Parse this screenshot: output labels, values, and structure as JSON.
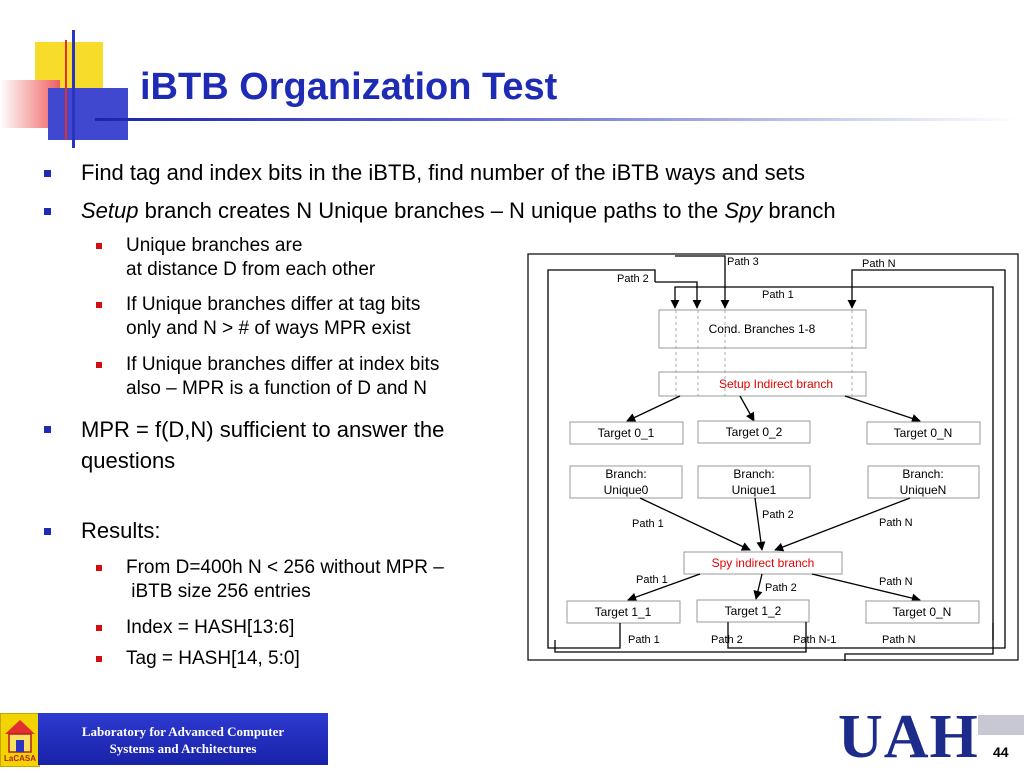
{
  "title": "iBTB Organization Test",
  "bullets": [
    {
      "text": "Find tag and index bits in the iBTB, find number of the iBTB ways and sets"
    },
    {
      "em1": "Setup",
      "mid": " branch creates N Unique branches – N unique paths to the ",
      "em2": "Spy",
      "end": " branch"
    }
  ],
  "sub1": [
    {
      "line1": "Unique branches are",
      "line2": "at distance D from each other"
    },
    {
      "line1": "If Unique branches differ at tag bits",
      "line2": "only and N > # of ways MPR exist"
    },
    {
      "line1": "If Unique branches differ at index bits",
      "line2": "also – MPR is a function of D and N"
    }
  ],
  "mpr": {
    "line1": "MPR = f(D,N) sufficient to answer the",
    "line2": "questions"
  },
  "results": {
    "label": "Results:",
    "items": [
      {
        "line1": "From D=400h N < 256 without MPR –",
        "line2": " iBTB size 256 entries"
      },
      {
        "line1": "Index = HASH[13:6]"
      },
      {
        "line1": "Tag = HASH[14, 5:0]"
      }
    ]
  },
  "diagram": {
    "top_labels": {
      "path3": "Path 3",
      "pathN": "Path N",
      "path2": "Path 2",
      "path1": "Path 1"
    },
    "cond": "Cond. Branches 1-8",
    "setup": "Setup Indirect branch",
    "targets0": [
      "Target 0_1",
      "Target 0_2",
      "Target 0_N"
    ],
    "branches": [
      {
        "l1": "Branch:",
        "l2": "Unique0"
      },
      {
        "l1": "Branch:",
        "l2": "Unique1"
      },
      {
        "l1": "Branch:",
        "l2": "UniqueN"
      }
    ],
    "mid_labels": {
      "path2": "Path 2",
      "path1": "Path 1",
      "pathN": "Path N"
    },
    "spy": "Spy indirect branch",
    "lower_labels": {
      "path1": "Path 1",
      "path2": "Path 2",
      "pathN": "Path N"
    },
    "targets1": [
      "Target 1_1",
      "Target 1_2",
      "Target 0_N"
    ],
    "bottom_labels": [
      "Path 1",
      "Path 2",
      "Path N-1",
      "Path N"
    ],
    "colors": {
      "red_text": "#e00000",
      "box_border": "#999999"
    }
  },
  "footer": {
    "logo_text": "LaCASA",
    "lab_line1": "Laboratory for Advanced Computer",
    "lab_line2": "Systems and Architectures",
    "uah": "UAH",
    "page": "44"
  }
}
